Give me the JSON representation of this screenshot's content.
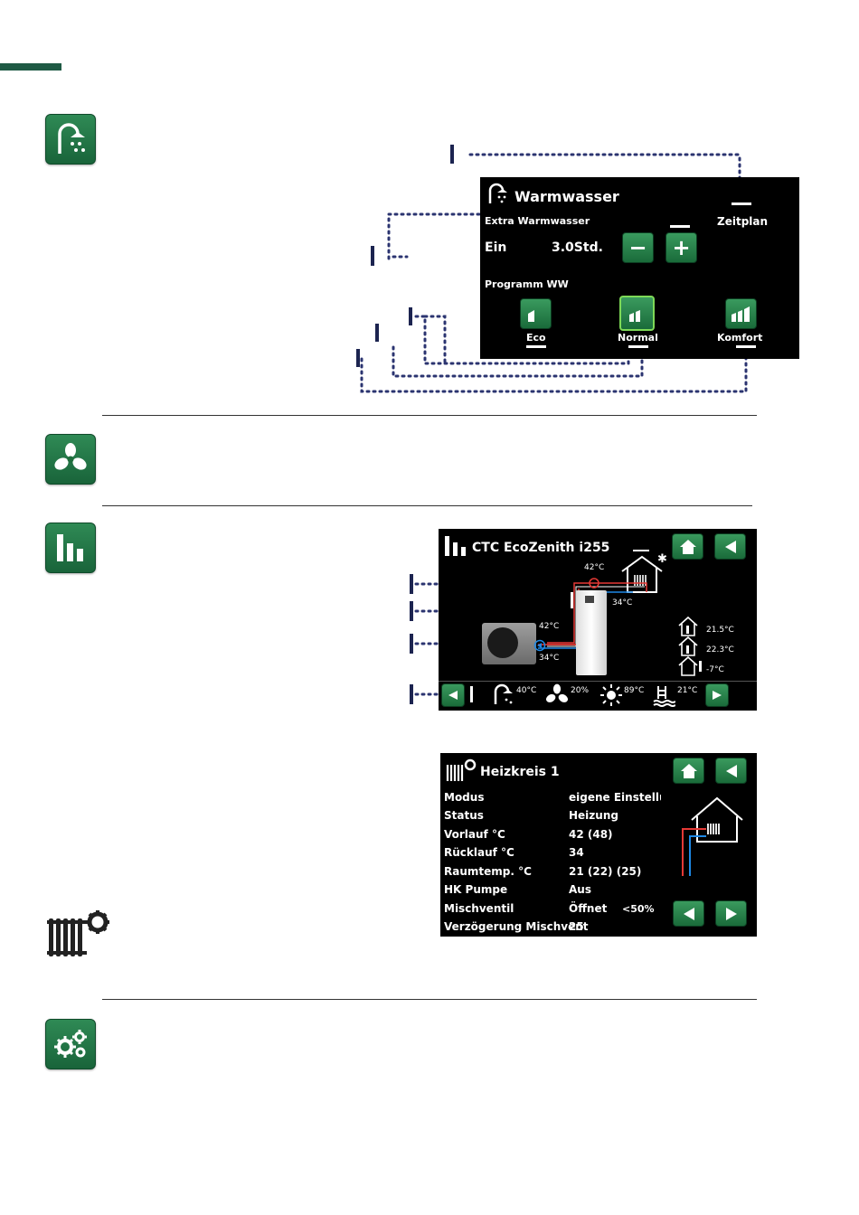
{
  "warmwasser": {
    "title": "Warmwasser",
    "zeitplan": "Zeitplan",
    "extra_label": "Extra Warmwasser",
    "ein": "Ein",
    "hours": "3.0Std.",
    "minus": "−",
    "plus": "+",
    "programm_label": "Programm WW",
    "programs": [
      "Eco",
      "Normal",
      "Komfort"
    ]
  },
  "overview": {
    "title": "CTC EcoZenith i255",
    "temp_top": "42°C",
    "temp_house_return": "34°C",
    "temp_hp_flow": "42°C",
    "temp_hp_return": "34°C",
    "rooms": [
      "21.5°C",
      "22.3°C",
      "-7°C"
    ],
    "bottom": {
      "ww": "40°C",
      "fan": "20%",
      "sun": "89°C",
      "pool": "21°C"
    }
  },
  "heizkreis": {
    "title": "Heizkreis 1",
    "rows": [
      {
        "label": "Modus",
        "value": "eigene Einstellung"
      },
      {
        "label": "Status",
        "value": "Heizung"
      },
      {
        "label": "Vorlauf °C",
        "value": "42 (48)"
      },
      {
        "label": "Rücklauf °C",
        "value": "34"
      },
      {
        "label": "Raumtemp. °C",
        "value": "21 (22) (25)"
      },
      {
        "label": "HK Pumpe",
        "value": "Aus"
      },
      {
        "label": "Mischventil",
        "value": "Öffnet"
      },
      {
        "label": "Verzögerung Mischvent",
        "value": "25"
      }
    ],
    "mix_extra": "<50%"
  },
  "colors": {
    "green": "#1f6e3d",
    "dark_green_bar": "#1f5a44",
    "screen_bg": "#000000"
  }
}
